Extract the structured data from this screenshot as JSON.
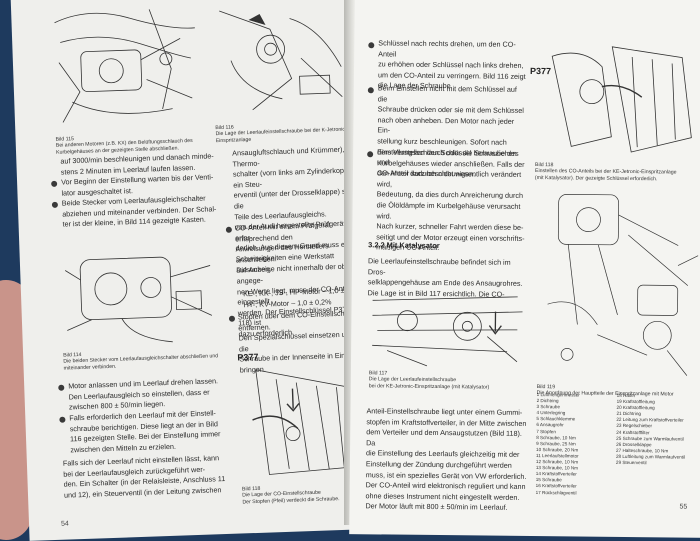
{
  "left_page": {
    "fig_115_caption": "Bild 115\nBei anderen Motoren (z.B. KX) den Belüftungsschlauch des Kurbelgehäuses an der gezeigten Stelle abschließen.",
    "fig_116_caption_top": "Bild 116\nDie Lage der Leerlaufeinstellschraube bei der K-Jetronic-Einspritzanlage",
    "col1_text1": "auf 3000/min beschleunigen und danach minde-\nstens 2 Minuten im Leerlauf laufen lassen.",
    "col1_bullet1": "Vor Beginn der Einstellung warten bis der Venti-\nlator ausgeschaltet ist.",
    "col1_bullet2": "Beide Stecker vom Leerlaufausgleichschalter\nabziehen und miteinander verbinden. Der Schal-\nter ist der kleine, in Bild 114 gezeigte Kasten.",
    "fig_114_caption": "Bild 114\nDie beiden Stecker vom Leerlaufausgleichschalter abschließen und miteinander verbinden.",
    "col1_bullet3": "Motor anlassen und im Leerlauf drehen lassen.\nDen Leerlaufausgleich so einstellen, dass er\nzwischen 800 ± 50/min liegen.",
    "col1_bullet4": "Falls erforderlich den Leerlauf mit der Einstell-\nschraube berichtigen. Diese liegt an der in Bild\n116 gezeigten Stelle. Bei der Einstellung immer\nzwischen den Mitteln zu erzielen.",
    "col1_text2": "Falls sich der Leerlauf nicht einstellen lässt, kann\nbei der Leerlaufausgleich zurückgeführt wer-\nden. Ein Schalter (in der Relaisleiste, Anschluss 11\nund 12), ein Steuerventil (in der Leitung zwischen",
    "col2_text1": "Ansaugluftschlauch und Krümmer), ein Thermo-\nschalter (vorn links am Zylinderkopf) und ein Steu-\nerventil (unter der Drosselklappe) sind die\nTeile des Leerlaufausgleichs.\nvon der Audi hergestellte Prüfgeräte erfor-\nderlich. Aus diesem Grund muss eine\nSchwierigkeiten eine Werkstatt aufsuchen.",
    "col2_bullet1": "CO-Anteil mit einem Prüfgerät entsprechend den\nAnweisungen des Herstellers anschließen.\nDie Anzeige nicht innerhalb der oben angege-\nnen Werte liegt, muss der CO-Anteil eingestellt\nwerden. Der Einstellschlüssel P377 (Bild 118) ist\ndazu erforderlich.",
    "spec_lines": "KE-, KK-, JS-, HP-Motor – 1,0 ± 0,5%\nHY-, KV-Motor – 1,0 ± 0,2%",
    "col2_bullet2": "Stopfen über dem CO-Einstellschraube entfernen.\nDen Spezialschlüssel einsetzen und in die\nSchraube in der Innenseite in Eingriff bringen.",
    "p377_label": "P377",
    "fig_118_caption": "Bild 118\nDie Lage der CO-Einstellschraube\nDer Stopfen (Pfeil) verdeckt die Schraube.",
    "page_number": "54"
  },
  "right_page": {
    "col1_bullet1": "Schlüssel nach rechts drehen, um den CO-Anteil\nzu erhöhen oder Schlüssel nach links drehen,\num den CO-Anteil zu verringern. Bild 116 zeigt\ndie Lage der Schraube.",
    "col1_bullet2": "Beim Einstellen nicht mit dem Schlüssel auf die\nSchraube drücken oder sie mit dem Schlüssel\nnach oben anheben. Den Motor nach jeder Ein-\nstellung kurz beschleunigen. Sofort nach\ndem Verstellen den Schlüssel herausziehen und\nden Motor kurz beschleunigen.",
    "col1_bullet3": "Einstellungsschlauch oder die Schraube des\nKurbelgehäuses wieder anschließen. Falls der\nCO-Anteil dadurch nicht wesentlich verändert wird,\nBedeutung, da dies durch Anreicherung durch\ndie Ölöldämpfe im Kurbelgehäuse verursacht wird.\nNach kurzer, schneller Fahrt werden diese be-\nseitigt und der Motor erzeugt einen vorschrifts-\nmäßigen CO-Anteil.",
    "section_heading": "3.2.2 Mit Katalysator",
    "section_text": "Die Leerlaufeinstellschraube befindet sich im Dros-\nselklappengehäuse am Ende des Ansaugrohres.\nDie Lage ist in Bild 117 ersichtlich. Die CO-",
    "fig_117_caption": "Bild 117\nDie Lage der Leerlaufeinstellschraube\nbei der KE-Jetronic-Einspritzanlage (mit Katalysator)",
    "col1_text_bottom": "Anteil-Einstellschraube liegt unter einem Gummi-\nstopfen im Kraftstoffverteiler, in der Mitte zwischen\ndem Verteiler und dem Ansaugstutzen (Bild 118). Da\ndie Einstellung des Leerlaufs gleichzeitig mit der\nEinstellung der Zündung durchgeführt werden\nmuss, ist ein spezielles Gerät von VW erforderlich.\nDer CO-Anteil wird elektronisch reguliert und kann\nohne dieses Instrument nicht eingestellt werden.\nDer Motor läuft mit 800 ± 50/min im Leerlauf.",
    "p377_label": "P377",
    "fig_118_caption": "Bild 118\nEinstellen des CO-Anteils bei der KE-Jetronic-Einspritzanlage\n(mit Katalysator). Der gezeigte Schlüssel erforderlich.",
    "fig_119_legend_left": "1 Luftmengenmesser\n2 Dichtring\n3 Schraube\n4 Unterlegring\n5 Schlauchklemme\n6 Ansaugrohr\n7 Stopfen\n8 Schraube, 10 Nm\n9 Schraube, 25 Nm\n10 Schraube, 20 Nm\n11 Leerlaufstellmotor\n12 Schraube, 10 Nm\n13 Schraube, 10 Nm\n14 Kraftstoffverteiler\n15 Schraube\n16 Kraftstoffverteiler\n17 Rückschlagventil",
    "fig_119_legend_right": "18 Halter\n19 Kraftstoffleitung\n20 Kraftstoffleitung\n21 Dichtring\n22 Leitung zum Kraftstoffverteiler\n23 Regelschieber\n24 Kraftstofffilter\n25 Schraube zum Warmlaufventil\n26 Drosselklappe\n27 Halteschraube, 10 Nm\n28 Luftleitung zum Warmlaufventil\n29 Steuerventil",
    "fig_119_caption": "Bild 119\nDie Anordnung der Hauptteile der Einspritzanlage mit Motor",
    "page_number": "55"
  }
}
